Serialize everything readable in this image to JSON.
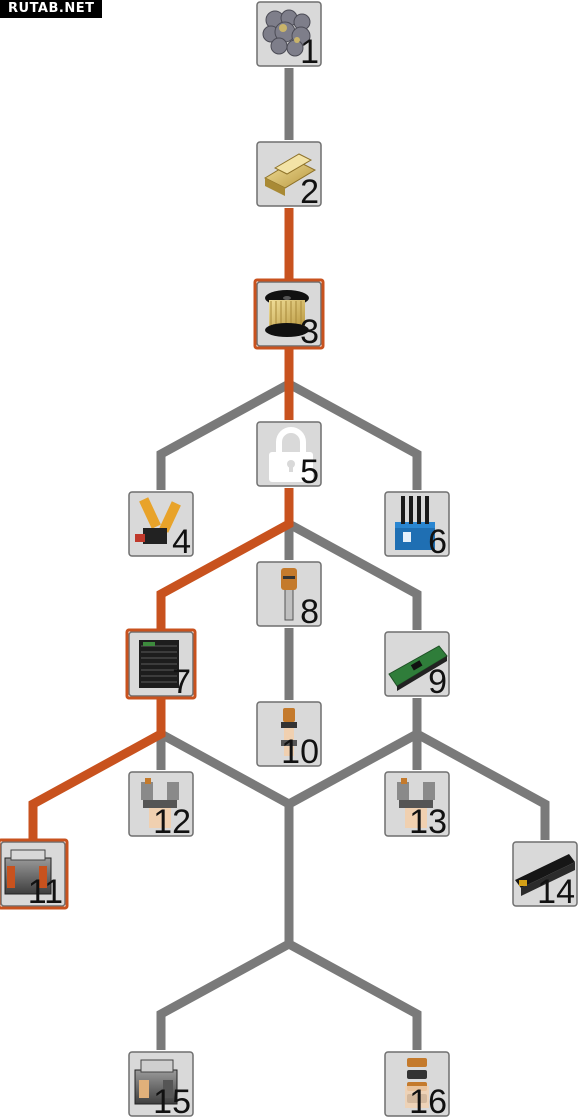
{
  "watermark": "RUTAB.NET",
  "colors": {
    "line": "#7a7a7a",
    "highlight": "#c8521e",
    "node_fill": "#d9d9d9",
    "node_border": "#6f6f6f"
  },
  "nodes": [
    {
      "id": "1",
      "label": "1",
      "icon": "rock-ore-icon",
      "highlighted": false
    },
    {
      "id": "2",
      "label": "2",
      "icon": "gold-bars-icon",
      "highlighted": false
    },
    {
      "id": "3",
      "label": "3",
      "icon": "wire-spool-icon",
      "highlighted": true
    },
    {
      "id": "4",
      "label": "4",
      "icon": "clamp-tool-icon",
      "highlighted": false
    },
    {
      "id": "5",
      "label": "5",
      "icon": "padlock-icon",
      "highlighted": false
    },
    {
      "id": "6",
      "label": "6",
      "icon": "router-icon",
      "highlighted": false
    },
    {
      "id": "7",
      "label": "7",
      "icon": "power-supply-icon",
      "highlighted": true
    },
    {
      "id": "8",
      "label": "8",
      "icon": "probe-icon",
      "highlighted": false
    },
    {
      "id": "9",
      "label": "9",
      "icon": "circuit-board-icon",
      "highlighted": false
    },
    {
      "id": "10",
      "label": "10",
      "icon": "connector-icon",
      "highlighted": false
    },
    {
      "id": "11",
      "label": "11",
      "icon": "generator-icon",
      "highlighted": true
    },
    {
      "id": "12",
      "label": "12",
      "icon": "assembly-icon",
      "highlighted": false
    },
    {
      "id": "13",
      "label": "13",
      "icon": "assembly-icon",
      "highlighted": false
    },
    {
      "id": "14",
      "label": "14",
      "icon": "battery-pack-icon",
      "highlighted": false
    },
    {
      "id": "15",
      "label": "15",
      "icon": "machine-icon",
      "highlighted": false
    },
    {
      "id": "16",
      "label": "16",
      "icon": "coil-stack-icon",
      "highlighted": false
    }
  ],
  "edges": [
    {
      "from": "1",
      "to": "2",
      "highlighted": false
    },
    {
      "from": "2",
      "to": "3",
      "highlighted": true
    },
    {
      "from": "3",
      "to": "4",
      "highlighted": false
    },
    {
      "from": "3",
      "to": "5",
      "highlighted": true
    },
    {
      "from": "3",
      "to": "6",
      "highlighted": false
    },
    {
      "from": "5",
      "to": "7",
      "highlighted": true
    },
    {
      "from": "5",
      "to": "8",
      "highlighted": false
    },
    {
      "from": "5",
      "to": "9",
      "highlighted": false
    },
    {
      "from": "8",
      "to": "10",
      "highlighted": false
    },
    {
      "from": "7",
      "to": "11",
      "highlighted": true
    },
    {
      "from": "7",
      "to": "12",
      "highlighted": false
    },
    {
      "from": "9",
      "to": "13",
      "highlighted": false
    },
    {
      "from": "9",
      "to": "14",
      "highlighted": false
    },
    {
      "from": "7",
      "to": "15",
      "highlighted": false
    },
    {
      "from": "9",
      "to": "15",
      "highlighted": false
    },
    {
      "from": "7",
      "to": "16",
      "highlighted": false
    },
    {
      "from": "9",
      "to": "16",
      "highlighted": false
    }
  ]
}
